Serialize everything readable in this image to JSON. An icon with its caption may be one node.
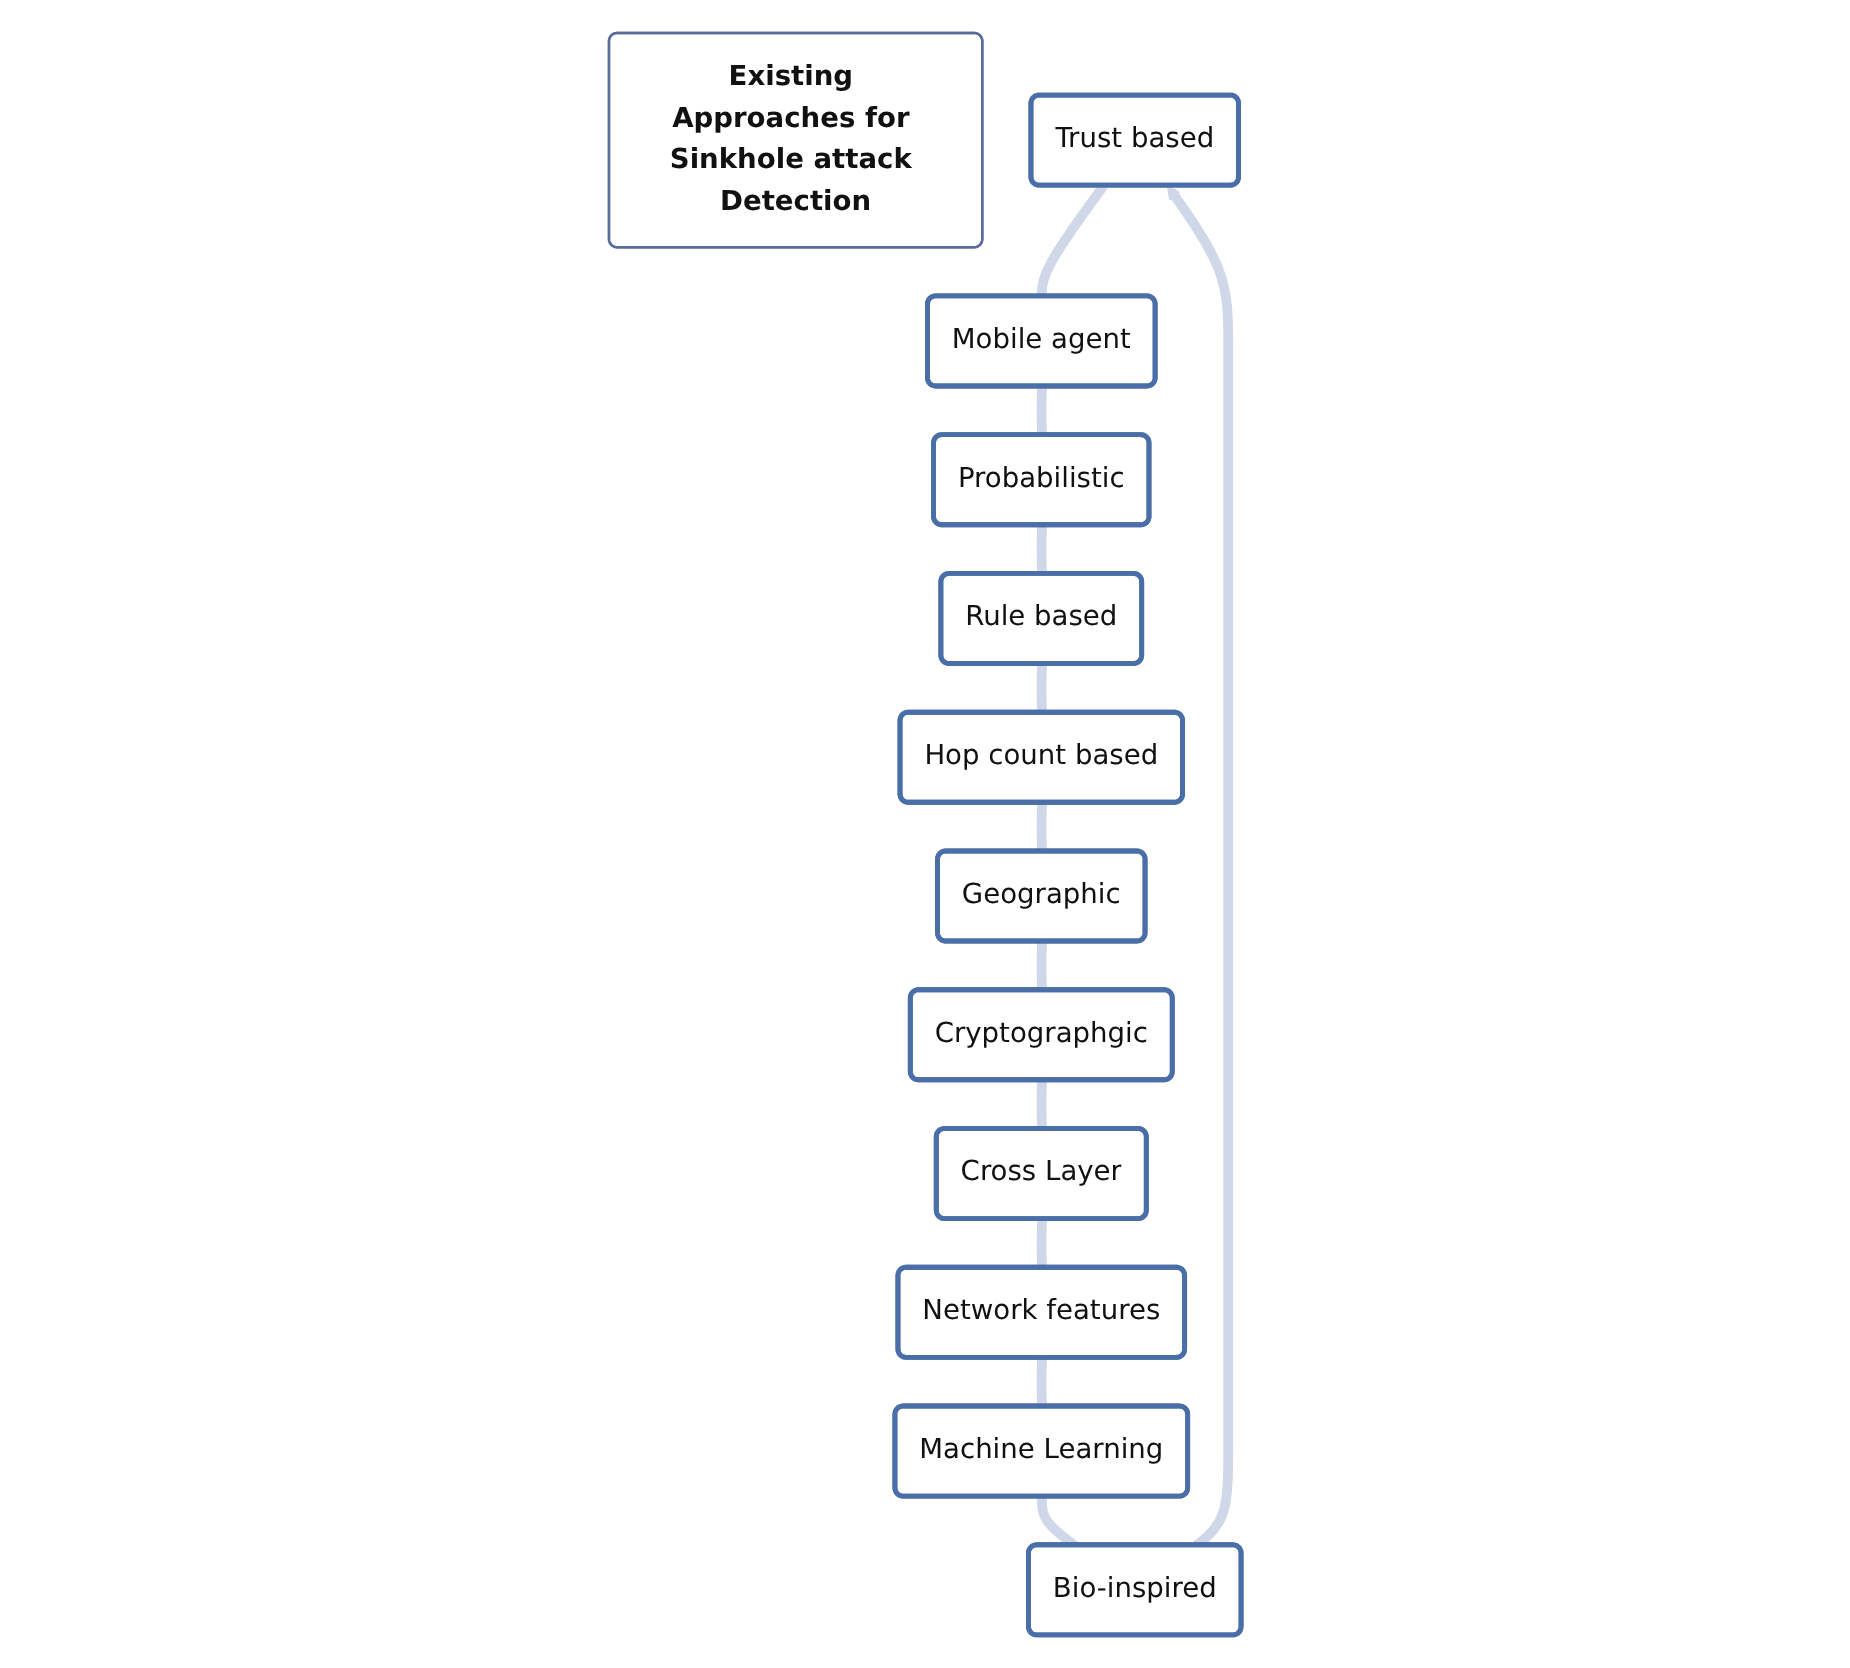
{
  "diagram": {
    "nodes": [
      {
        "text": [
          "Existing Approaches for Sinkhole attack Detection"
        ]
      },
      {
        "text": [
          "Trust based"
        ]
      },
      {
        "text": [
          "Mobile agent"
        ]
      },
      {
        "text": [
          "Probabilistic"
        ]
      },
      {
        "text": [
          "Rule based"
        ]
      },
      {
        "text": [
          "Hop count based"
        ]
      },
      {
        "text": [
          "Geographic"
        ]
      },
      {
        "text": [
          "Cryptographgic"
        ]
      },
      {
        "text": [
          "Cross Layer"
        ]
      },
      {
        "text": [
          "Network features"
        ]
      },
      {
        "text": [
          "Machine Learning"
        ]
      },
      {
        "text": [
          "Bio-inspired"
        ]
      }
    ],
    "edges": [
      {
        "from": 1,
        "to": 2,
        "arrow": "none"
      },
      {
        "from": 2,
        "to": 3,
        "arrow": "none"
      },
      {
        "from": 3,
        "to": 4,
        "arrow": "none"
      },
      {
        "from": 4,
        "to": 5,
        "arrow": "none"
      },
      {
        "from": 5,
        "to": 6,
        "arrow": "none"
      },
      {
        "from": 6,
        "to": 7,
        "arrow": "none"
      },
      {
        "from": 7,
        "to": 8,
        "arrow": "none"
      },
      {
        "from": 8,
        "to": 9,
        "arrow": "none"
      },
      {
        "from": 9,
        "to": 10,
        "arrow": "none"
      },
      {
        "from": 10,
        "to": 11,
        "arrow": "none"
      },
      {
        "from": 11,
        "to": 1,
        "arrow": "to"
      }
    ]
  }
}
